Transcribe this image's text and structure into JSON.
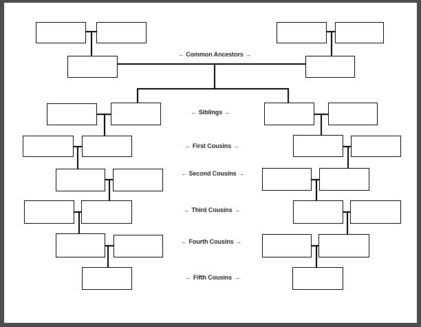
{
  "page": {
    "frame_color": "#4d4d4d",
    "paper_color": "#ffffff",
    "line_color": "#000000",
    "text_color": "#1f1f1f"
  },
  "diagram": {
    "type": "genealogy-cousin-relationship-chart-template",
    "boxes_all_empty": true,
    "labels": [
      {
        "id": "common-ancestors",
        "text": "← Common Ancestors →"
      },
      {
        "id": "siblings",
        "text": "← Siblings →"
      },
      {
        "id": "first-cousins",
        "text": "← First Cousins →"
      },
      {
        "id": "second-cousins",
        "text": "← Second Cousins →"
      },
      {
        "id": "third-cousins",
        "text": "← Third Cousins →"
      },
      {
        "id": "fourth-cousins",
        "text": "← Fourth Cousins →"
      },
      {
        "id": "fifth-cousins",
        "text": "← Fifth Cousins →"
      }
    ],
    "generations": [
      {
        "row": "ancestor-parents",
        "left_boxes": 2,
        "right_boxes": 2
      },
      {
        "row": "common-ancestors",
        "left_boxes": 1,
        "right_boxes": 1
      },
      {
        "row": "siblings",
        "left_boxes": 2,
        "right_boxes": 2
      },
      {
        "row": "first-cousins",
        "left_boxes": 2,
        "right_boxes": 2
      },
      {
        "row": "second-cousins",
        "left_boxes": 2,
        "right_boxes": 2
      },
      {
        "row": "third-cousins",
        "left_boxes": 2,
        "right_boxes": 2
      },
      {
        "row": "fourth-cousins",
        "left_boxes": 2,
        "right_boxes": 2
      },
      {
        "row": "fifth-cousins",
        "left_boxes": 1,
        "right_boxes": 1
      }
    ]
  }
}
